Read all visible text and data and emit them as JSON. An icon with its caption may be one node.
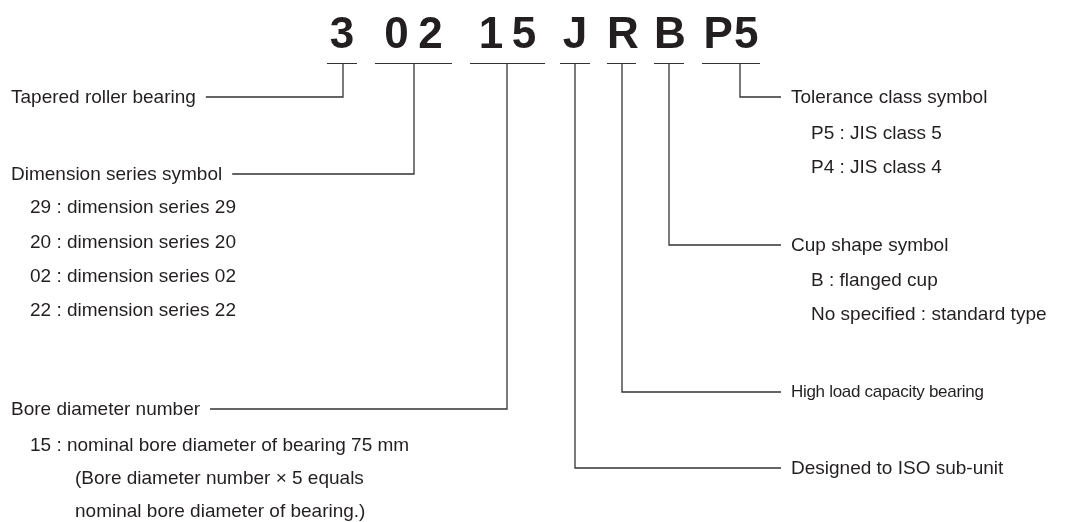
{
  "diagram": {
    "nodes": [
      {
        "text": [
          "3"
        ]
      },
      {
        "text": [
          "0",
          "2"
        ]
      },
      {
        "text": [
          "1",
          "5"
        ]
      },
      {
        "text": [
          "J"
        ]
      },
      {
        "text": [
          "R"
        ]
      },
      {
        "text": [
          "B"
        ]
      },
      {
        "text": [
          "P",
          "5"
        ]
      },
      {
        "text": [
          "Tapered roller bearing"
        ]
      },
      {
        "text": [
          "Dimension series symbol"
        ],
        "beside": [
          "29 : dimension series 29",
          "20 : dimension series 20",
          "02 : dimension series 02",
          "22 : dimension series 22"
        ]
      },
      {
        "text": [
          "Bore diameter number"
        ],
        "beside": [
          "15 : nominal bore diameter of bearing 75 mm",
          "(Bore diameter number × 5 equals nominal bore diameter of bearing.)"
        ]
      },
      {
        "text": [
          "Tolerance class symbol"
        ],
        "beside": [
          "P5 : JIS class 5",
          "P4 : JIS class 4"
        ]
      },
      {
        "text": [
          "Cup shape symbol"
        ],
        "beside": [
          "B : flanged cup",
          "No specified : standard type"
        ]
      },
      {
        "text": [
          "High load capacity bearing"
        ]
      },
      {
        "text": [
          "Designed to ISO sub-unit"
        ]
      }
    ],
    "edges": [
      {
        "from": 7,
        "to": 0,
        "arrow": "none"
      },
      {
        "from": 8,
        "to": 1,
        "arrow": "none"
      },
      {
        "from": 9,
        "to": 2,
        "arrow": "none"
      },
      {
        "from": 13,
        "to": 3,
        "arrow": "none"
      },
      {
        "from": 12,
        "to": 4,
        "arrow": "none"
      },
      {
        "from": 11,
        "to": 5,
        "arrow": "none"
      },
      {
        "from": 10,
        "to": 6,
        "arrow": "none"
      }
    ]
  }
}
